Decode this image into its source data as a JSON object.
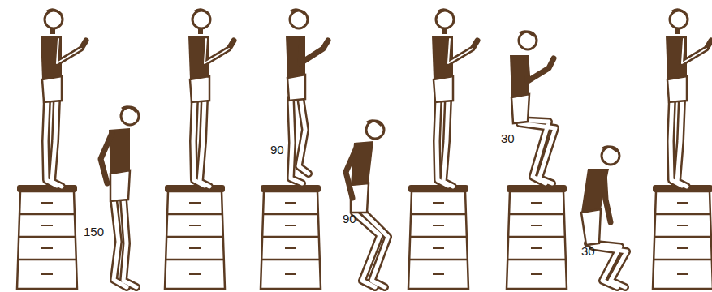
{
  "diagram": {
    "labels": [
      "150",
      "90",
      "90",
      "30",
      "30"
    ]
  }
}
